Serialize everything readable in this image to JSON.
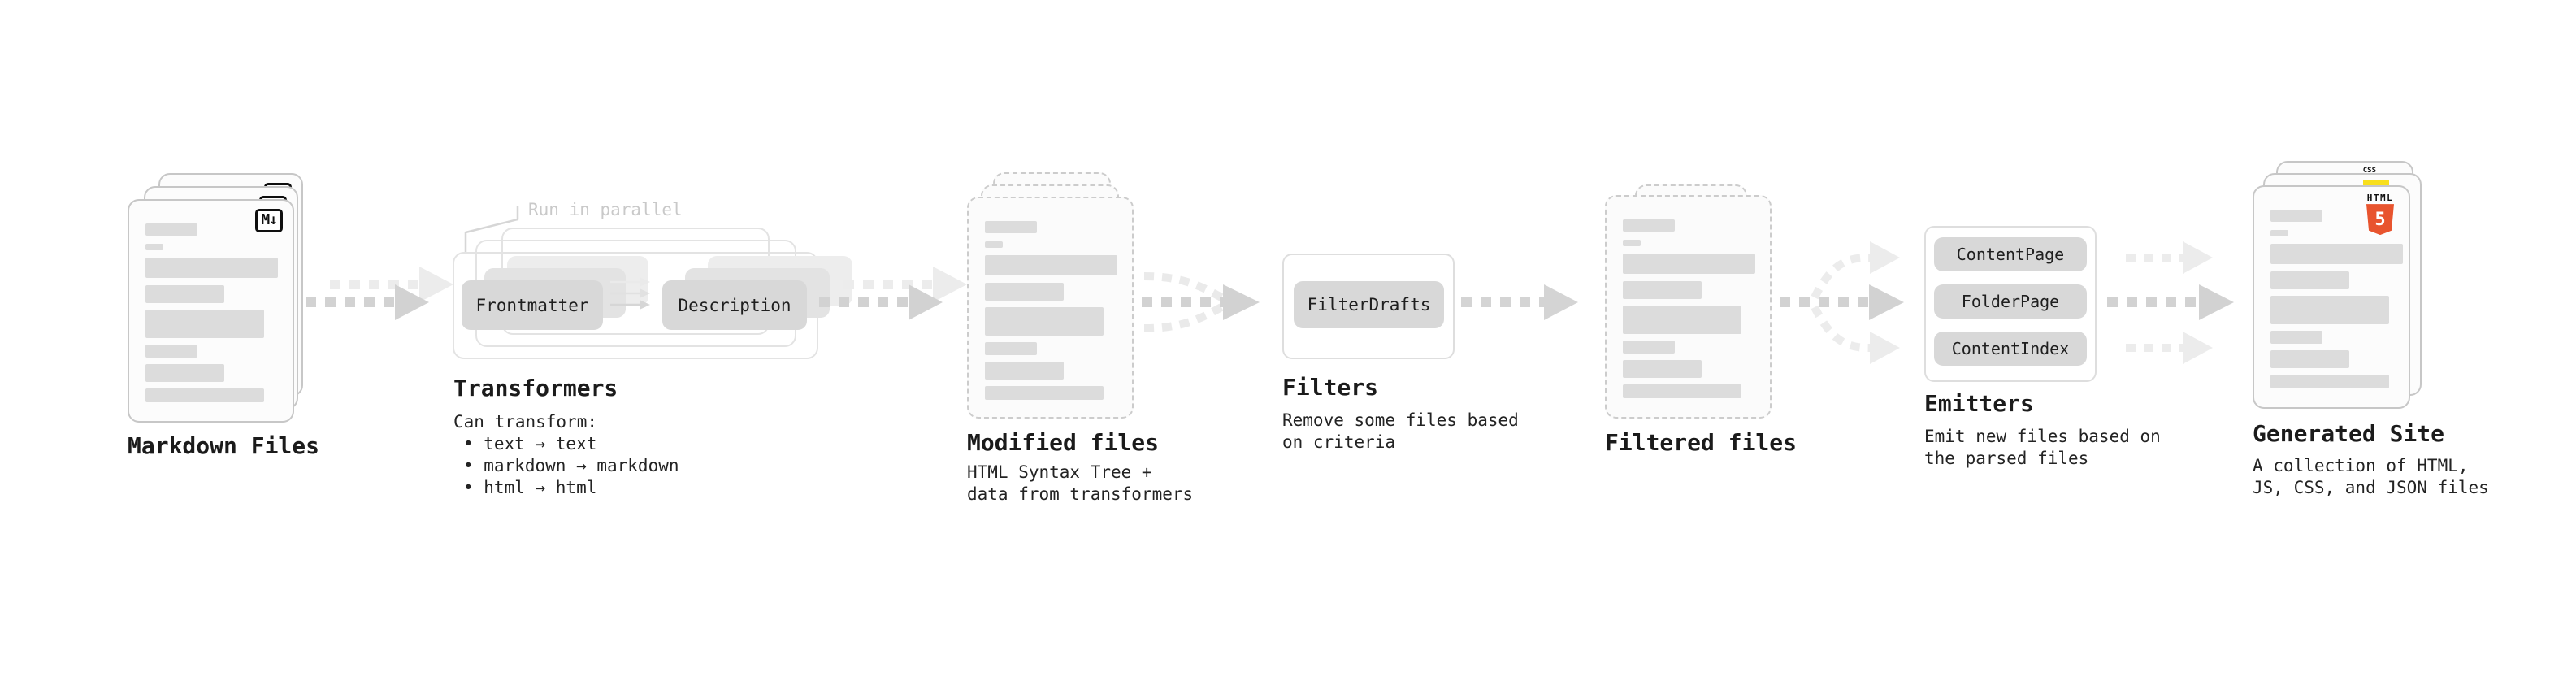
{
  "sections": {
    "markdown_files": {
      "label": "Markdown Files",
      "badge": "M↓"
    },
    "transformers": {
      "title": "Transformers",
      "annotation": "Run in parallel",
      "left_pill": "Frontmatter",
      "right_pill": "Description",
      "desc_heading": "Can transform:",
      "bullets": [
        "• text → text",
        "• markdown → markdown",
        "• html → html"
      ]
    },
    "modified_files": {
      "title": "Modified files",
      "desc": [
        "HTML Syntax Tree +",
        "data from transformers"
      ]
    },
    "filters": {
      "title": "Filters",
      "pill": "FilterDrafts",
      "desc": [
        "Remove some files based",
        "on criteria"
      ]
    },
    "filtered_files": {
      "title": "Filtered files"
    },
    "emitters": {
      "title": "Emitters",
      "pills": [
        "ContentPage",
        "FolderPage",
        "ContentIndex"
      ],
      "desc": [
        "Emit new files based on",
        "the parsed files"
      ]
    },
    "generated_site": {
      "title": "Generated Site",
      "desc": [
        "A collection of HTML,",
        "JS, CSS, and JSON files"
      ],
      "css_badge": "CSS",
      "html_badge_word": "HTML",
      "html_badge_number": "5"
    }
  },
  "colors": {
    "text": "#1d1d1d",
    "card_border": "#c7c7c7",
    "dashed_border": "#cccccc",
    "placeholder_bar": "#dcdcdc",
    "frame_outline": "#e3e3e3",
    "pill_fill": "#d8d8d8",
    "arrow_dark": "#d2d2d2",
    "arrow_light": "#ececec",
    "annotation_gray": "#c9c9c9",
    "markdown_badge_black": "#0f0f0f",
    "html5_orange": "#e8542e",
    "js_yellow": "#f8df1c",
    "css_blue": "#2c64e8"
  }
}
